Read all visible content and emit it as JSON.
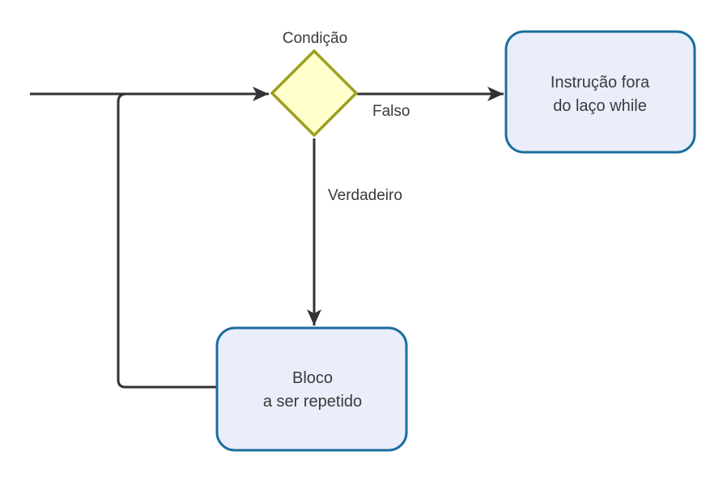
{
  "diagram": {
    "type": "flowchart",
    "title": "while loop flow",
    "colors": {
      "edge": "#333333",
      "decision_fill": "#ffffcc",
      "decision_stroke": "#9e9e1f",
      "process_fill": "#eaeefb",
      "process_stroke": "#1a6e9e",
      "text": "#3a3a3a"
    },
    "nodes": {
      "decision": {
        "id": "condition",
        "shape": "diamond",
        "label": "Condição"
      },
      "outside": {
        "id": "outside-instruction",
        "shape": "rounded-rect",
        "lines": [
          "Instrução fora",
          "do laço while"
        ]
      },
      "block": {
        "id": "repeated-block",
        "shape": "rounded-rect",
        "lines": [
          "Bloco",
          "a ser repetido"
        ]
      }
    },
    "edges": [
      {
        "from": "entry",
        "to": "condition",
        "label": ""
      },
      {
        "from": "condition",
        "to": "outside-instruction",
        "label": "Falso"
      },
      {
        "from": "condition",
        "to": "repeated-block",
        "label": "Verdadeiro"
      },
      {
        "from": "repeated-block",
        "to": "condition",
        "label": ""
      }
    ]
  }
}
